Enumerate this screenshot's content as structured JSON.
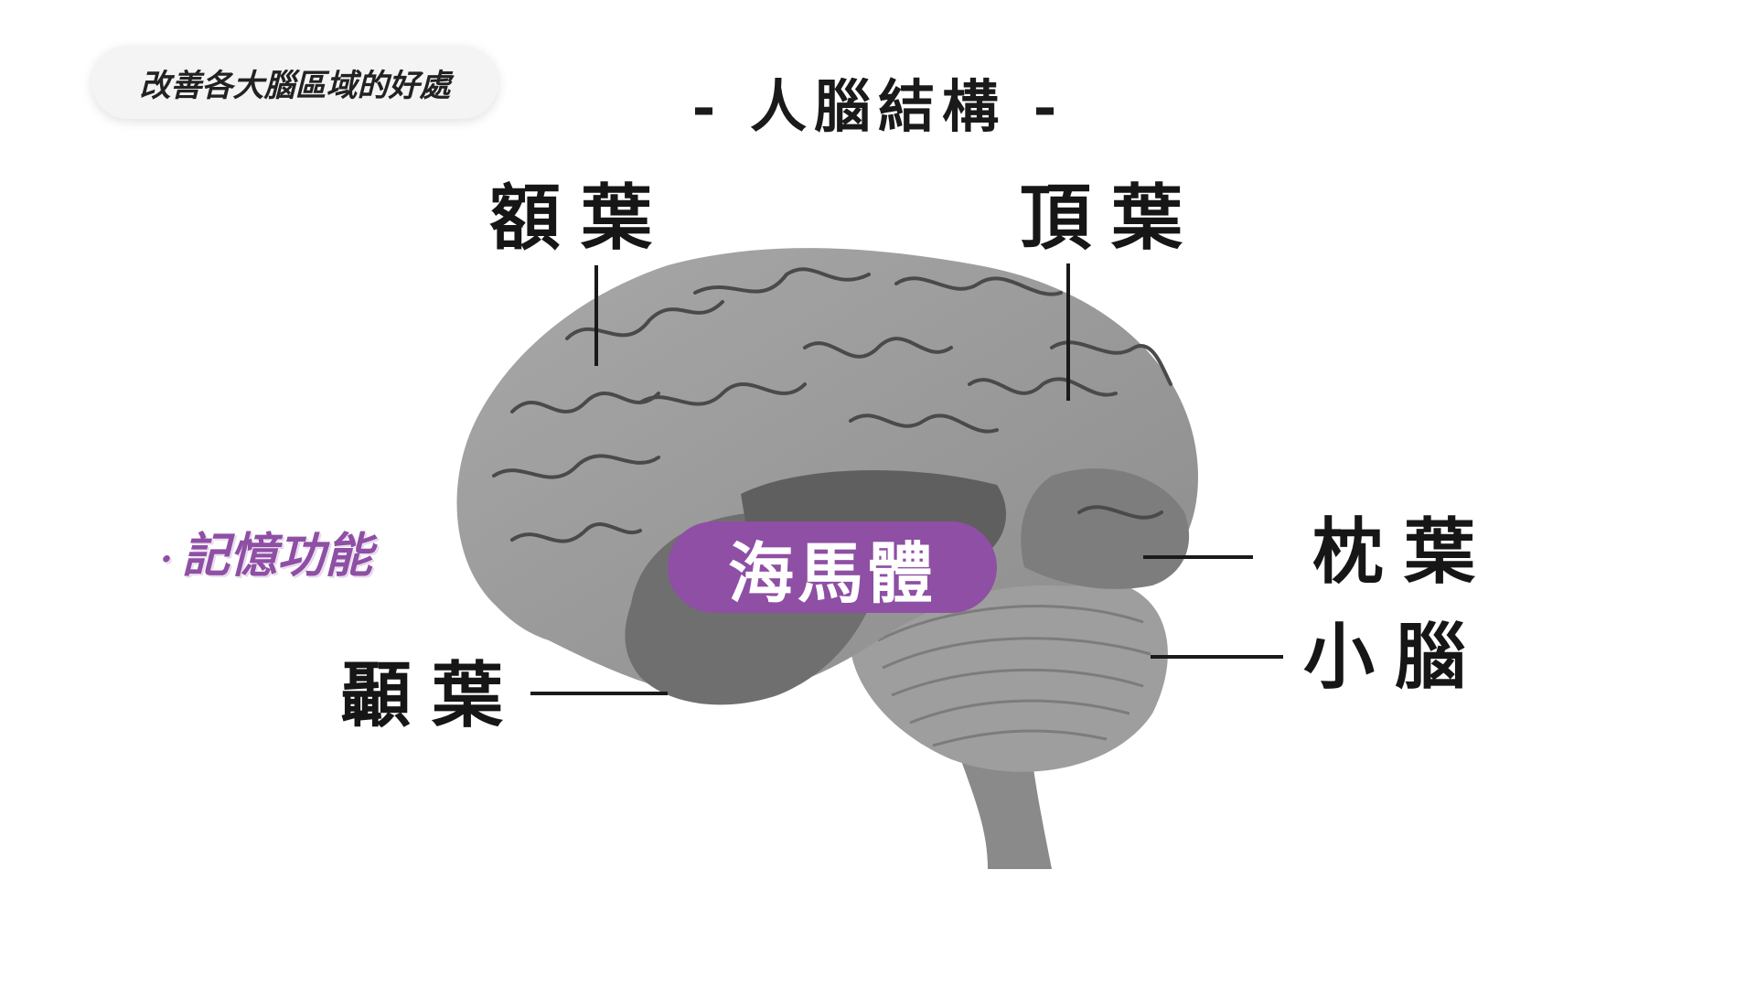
{
  "tag": {
    "label": "改善各大腦區域的好處"
  },
  "title": "- 人腦結構 -",
  "regions": {
    "frontal": "額葉",
    "parietal": "頂葉",
    "occipital": "枕葉",
    "cerebellum": "小腦",
    "temporal": "顳葉"
  },
  "highlight": {
    "label": "海馬體",
    "color": "#8e4fa4"
  },
  "note": {
    "bullet": "·",
    "text": "記憶功能"
  }
}
